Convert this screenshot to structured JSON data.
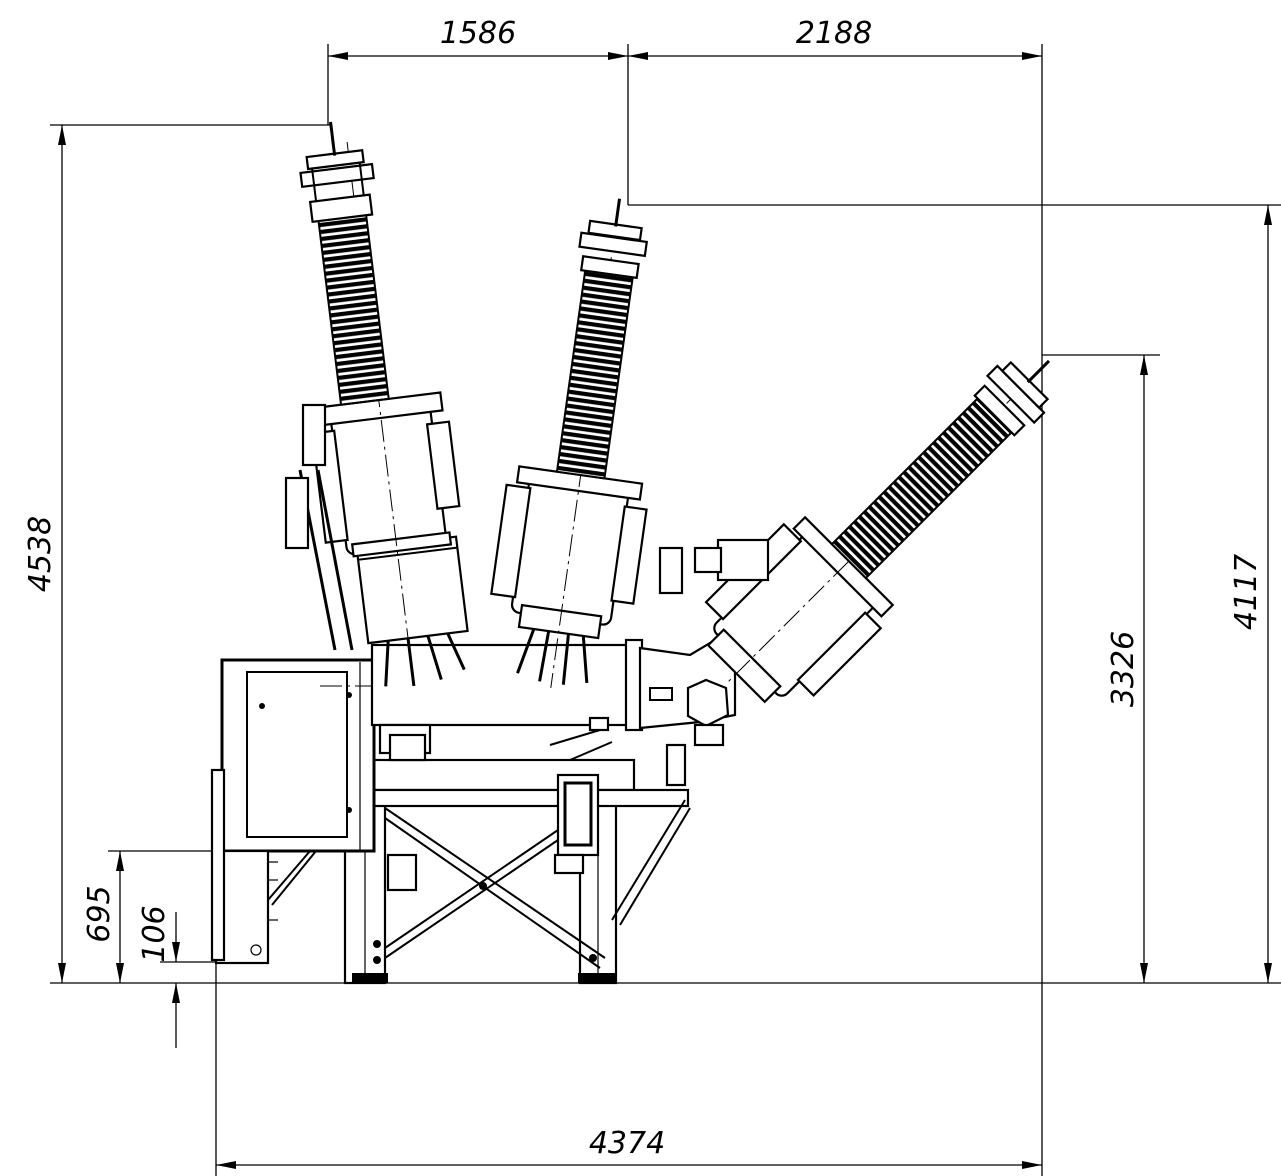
{
  "dimensions": {
    "top_left_width": "1586",
    "top_right_width": "2188",
    "total_height": "4538",
    "middle_bushing_height": "4117",
    "right_bushing_height": "3326",
    "cabinet_bottom_height": "695",
    "cabinet_offset": "106",
    "total_width": "4374"
  }
}
